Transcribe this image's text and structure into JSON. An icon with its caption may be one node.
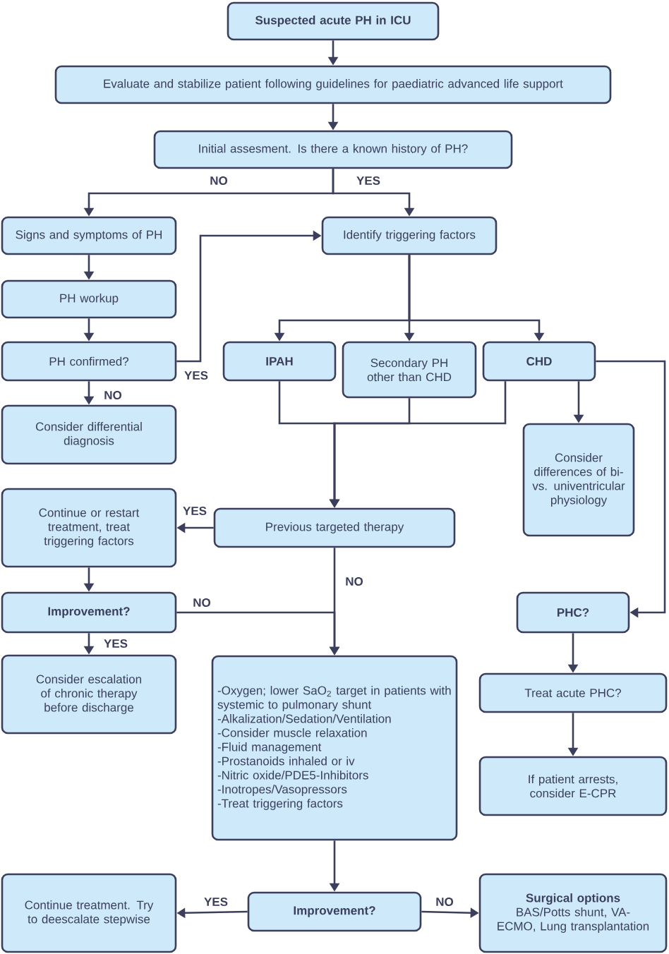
{
  "diagram": {
    "nodes": [
      {
        "text": [
          "Suspected acute PH in ICU"
        ]
      },
      {
        "text": [
          "Evaluate and stabilize patient following guidelines for paediatric advanced life support"
        ]
      },
      {
        "text": [
          "Initial assesment. Is there a known history of PH?"
        ]
      },
      {
        "text": [
          "Signs and symptoms of PH"
        ]
      },
      {
        "text": [
          "Identify triggering factors"
        ]
      },
      {
        "text": [
          "PH workup"
        ]
      },
      {
        "text": [
          "PH confirmed?"
        ]
      },
      {
        "text": [
          "IPAH"
        ]
      },
      {
        "text": [
          "Secondary PH other than CHD"
        ]
      },
      {
        "text": [
          "CHD"
        ]
      },
      {
        "text": [
          "Consider differential diagnosis"
        ]
      },
      {
        "text": [
          "Consider differences of bi- vs. univentricular physiology"
        ]
      },
      {
        "text": [
          "Continue or restart treatment, treat triggering factors"
        ]
      },
      {
        "text": [
          "Previous targeted therapy"
        ]
      },
      {
        "text": [
          "Improvement?"
        ]
      },
      {
        "text": [
          "PHC?"
        ]
      },
      {
        "text": [
          "Consider escalation of chronic therapy before discharge"
        ]
      },
      {
        "text": [
          "Treat acute PHC?"
        ]
      },
      {
        "text": [
          "-Oxygen; lower SaO$_{2}$ target in patients with systemic to pulmonary shunt",
          "-Alkalization/Sedation/Ventilation",
          "-Consider muscle relaxation",
          "-Fluid management",
          "-Prostanoids inhaled or iv",
          "-Nitric oxide/PDE5-Inhibitors",
          "-Inotropes/Vasopressors",
          "-Treat triggering factors"
        ]
      },
      {
        "text": [
          "If patient arrests, consider E-CPR"
        ]
      },
      {
        "text": [
          "Continue treatment. Try to deescalate stepwise"
        ]
      },
      {
        "text": [
          "Improvement?"
        ]
      },
      {
        "text": [
          "Surgical options",
          "BAS/Potts shunt, VA-ECMO, Lung transplantation"
        ]
      }
    ],
    "edges": [
      {
        "from": 0,
        "to": 1,
        "arrow": "to"
      },
      {
        "from": 1,
        "to": 2,
        "arrow": "to"
      },
      {
        "from": 2,
        "to": 3,
        "arrow": "to",
        "label": "NO"
      },
      {
        "from": 2,
        "to": 4,
        "arrow": "to",
        "label": "YES"
      },
      {
        "from": 3,
        "to": 5,
        "arrow": "to"
      },
      {
        "from": 5,
        "to": 6,
        "arrow": "to"
      },
      {
        "from": 6,
        "to": 4,
        "arrow": "to",
        "label": "YES"
      },
      {
        "from": 6,
        "to": 10,
        "arrow": "to",
        "label": "NO"
      },
      {
        "from": 4,
        "to": 7,
        "arrow": "to"
      },
      {
        "from": 4,
        "to": 8,
        "arrow": "to"
      },
      {
        "from": 4,
        "to": 9,
        "arrow": "to"
      },
      {
        "from": 7,
        "to": 13,
        "arrow": "to"
      },
      {
        "from": 8,
        "to": 13,
        "arrow": "to"
      },
      {
        "from": 9,
        "to": 13,
        "arrow": "to"
      },
      {
        "from": 9,
        "to": 11,
        "arrow": "to"
      },
      {
        "from": 9,
        "to": 15,
        "arrow": "to"
      },
      {
        "from": 13,
        "to": 12,
        "arrow": "to",
        "label": "YES"
      },
      {
        "from": 12,
        "to": 14,
        "arrow": "to"
      },
      {
        "from": 14,
        "to": 16,
        "arrow": "to",
        "label": "YES"
      },
      {
        "from": 14,
        "to": 18,
        "arrow": "to",
        "label": "NO"
      },
      {
        "from": 13,
        "to": 18,
        "arrow": "to",
        "label": "NO"
      },
      {
        "from": 15,
        "to": 17,
        "arrow": "to"
      },
      {
        "from": 17,
        "to": 19,
        "arrow": "to"
      },
      {
        "from": 18,
        "to": 21,
        "arrow": "to"
      },
      {
        "from": 21,
        "to": 20,
        "arrow": "to",
        "label": "YES"
      },
      {
        "from": 21,
        "to": 22,
        "arrow": "to",
        "label": "NO"
      }
    ]
  }
}
